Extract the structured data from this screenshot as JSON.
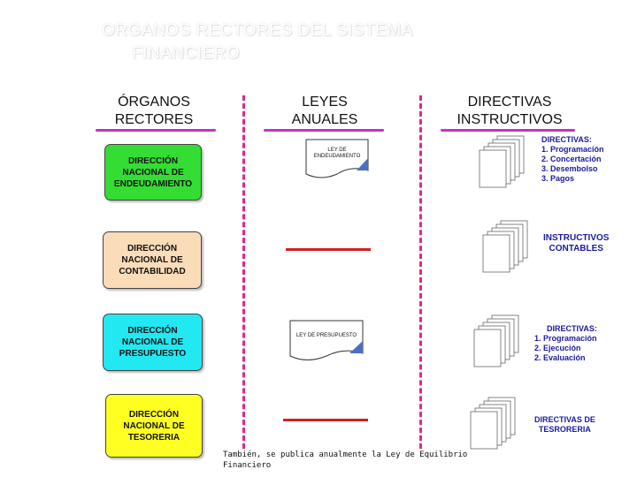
{
  "title": {
    "line1": "ORGANOS RECTORES DEL SISTEMA",
    "line2": "FINANCIERO"
  },
  "columns": {
    "organos": {
      "line1": "ÓRGANOS",
      "line2": "RECTORES"
    },
    "leyes": {
      "line1": "LEYES",
      "line2": "ANUALES"
    },
    "directivas": {
      "line1": "DIRECTIVAS",
      "line2": "INSTRUCTIVOS"
    }
  },
  "organs": [
    {
      "lines": [
        "DIRECCIÓN",
        "NACIONAL DE",
        "ENDEUDAMIENTO"
      ],
      "color": "#33dd33"
    },
    {
      "lines": [
        "DIRECCIÓN",
        "NACIONAL DE",
        "CONTABILIDAD"
      ],
      "color": "#fbdcb8"
    },
    {
      "lines": [
        "DIRECCIÓN",
        "NACIONAL DE",
        "PRESUPUESTO"
      ],
      "color": "#22e8f2"
    },
    {
      "lines": [
        "DIRECCIÓN",
        "NACIONAL DE",
        "TESORERIA"
      ],
      "color": "#ffff22"
    }
  ],
  "laws": [
    {
      "lines": [
        "LEY DE",
        "ENDEUDAMIENTO"
      ]
    },
    {
      "lines": [
        "LEY DE PRESUPUESTO"
      ]
    }
  ],
  "directives": [
    {
      "header": "DIRECTIVAS:",
      "items": [
        "1. Programación",
        "2. Concertación",
        "3. Desembolso",
        "3. Pagos"
      ]
    },
    {
      "header": "INSTRUCTIVOS",
      "header2": "CONTABLES",
      "items": []
    },
    {
      "header": "DIRECTIVAS:",
      "items": [
        "1. Programación",
        "2. Ejecución",
        "2. Evaluación"
      ]
    },
    {
      "header": "DIRECTIVAS DE",
      "header2": "TESRORERIA",
      "items": []
    }
  ],
  "footer": {
    "line1": "También, se publica anualmente la Ley de Equilibrio",
    "line2": "Financiero"
  },
  "colors": {
    "divider": "#e0288c",
    "underline": "#c433c4",
    "redline": "#d42020",
    "docAccent": "#4a6fc4"
  }
}
